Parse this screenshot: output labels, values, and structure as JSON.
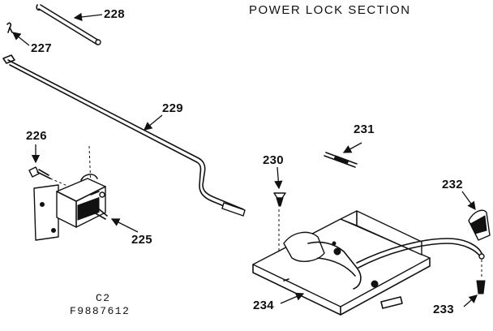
{
  "title": "POWER LOCK SECTION",
  "figure_code": "C2",
  "figure_number": "F9887612",
  "callouts": {
    "p225": "225",
    "p226": "226",
    "p227": "227",
    "p228": "228",
    "p229": "229",
    "p230": "230",
    "p231": "231",
    "p232": "232",
    "p233": "233",
    "p234": "234"
  }
}
